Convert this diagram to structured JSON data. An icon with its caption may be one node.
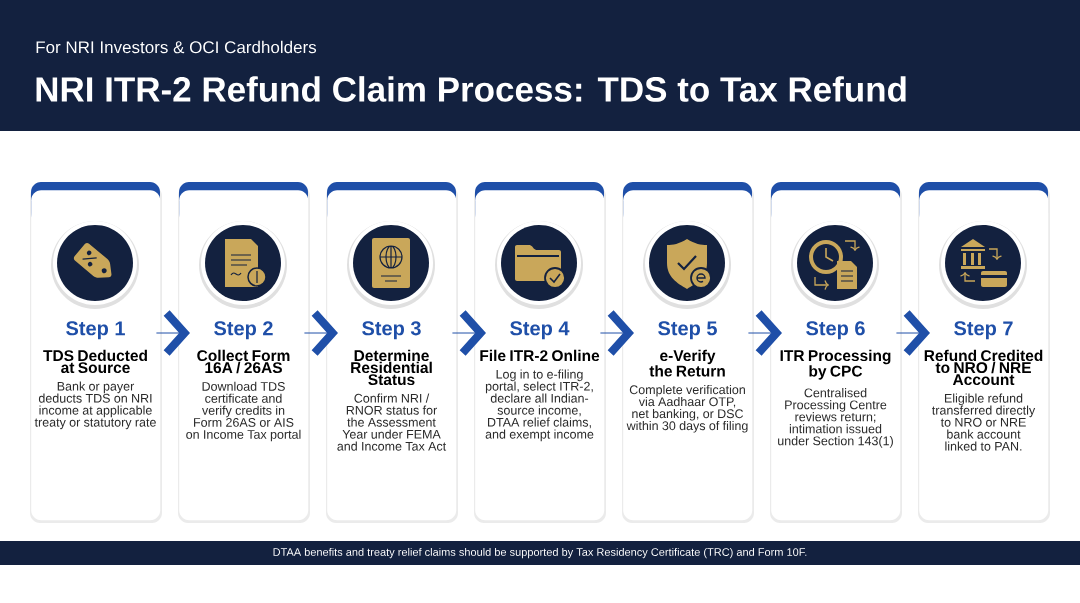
{
  "diagram": {
    "title": "NRI ITR-2 Refund Claim Process: TDS to Tax Refund",
    "caption": "DTAA benefits and treaty relief claims should be supported by Tax Residency Certificate (TRC) and Form 10F.",
    "labels": [
      "For NRI Investors & OCI Cardholders"
    ],
    "nodes": [
      {
        "text": [
          "Step 1",
          "TDS Deducted at Source",
          "Bank or payer deducts TDS on NRI income at applicable treaty or statutory rate"
        ]
      },
      {
        "text": [
          "Step 2",
          "Collect Form 16A / 26AS",
          "Download TDS certificate and verify credits in Form 26AS or AIS on Income Tax portal"
        ]
      },
      {
        "text": [
          "Step 3",
          "Determine Residential Status",
          "Confirm NRI / RNOR status for the Assessment Year under FEMA and Income Tax Act"
        ]
      },
      {
        "text": [
          "Step 4",
          "File ITR-2 Online",
          "Log in to e-filing portal, select ITR-2, declare all Indian-source income, DTAA relief claims, and exempt income"
        ]
      },
      {
        "text": [
          "Step 5",
          "e-Verify the Return",
          "Complete verification via Aadhaar OTP, net banking, or DSC within 30 days of filing"
        ]
      },
      {
        "text": [
          "Step 6",
          "ITR Processing by CPC",
          "Centralised Processing Centre reviews return; intimation issued under Section 143(1)"
        ]
      },
      {
        "text": [
          "Step 7",
          "Refund Credited to NRO / NRE Account",
          "Eligible refund transferred directly to NRO or NRE bank account linked to PAN."
        ]
      }
    ],
    "edges": [
      {
        "from": 0,
        "to": 1,
        "arrow": "to"
      },
      {
        "from": 1,
        "to": 2,
        "arrow": "to"
      },
      {
        "from": 2,
        "to": 3,
        "arrow": "to"
      },
      {
        "from": 3,
        "to": 4,
        "arrow": "to"
      },
      {
        "from": 4,
        "to": 5,
        "arrow": "to"
      },
      {
        "from": 5,
        "to": 6,
        "arrow": "to"
      }
    ]
  }
}
